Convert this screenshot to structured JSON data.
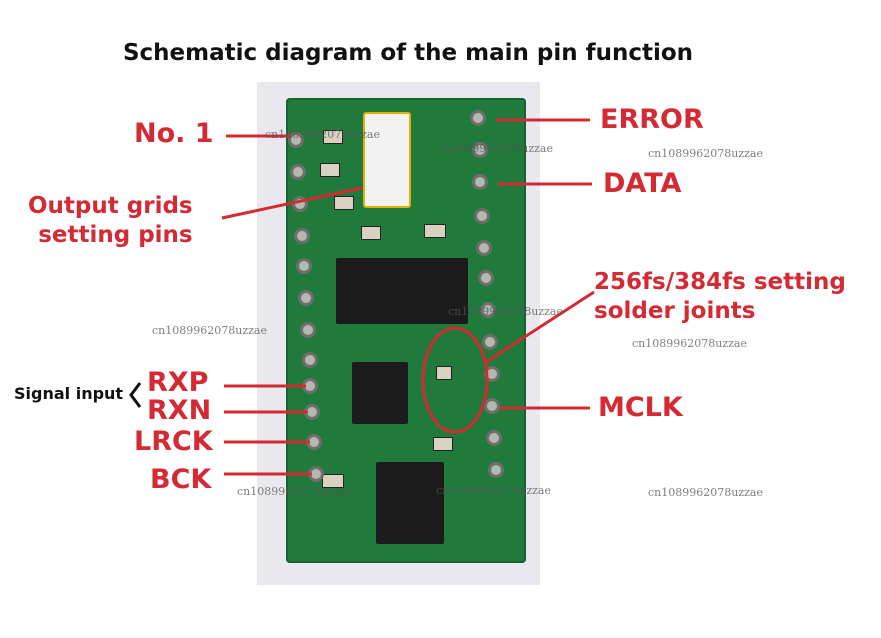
{
  "title": "Schematic diagram of the main pin function",
  "labels": {
    "no1": "No. 1",
    "output_grids": "Output grids\nsetting pins",
    "error": "ERROR",
    "data": "DATA",
    "fs_setting": "256fs/384fs setting\nsolder joints",
    "rxp": "RXP",
    "rxn": "RXN",
    "lrck": "LRCK",
    "bck": "BCK",
    "mclk": "MCLK",
    "signal_input": "Signal input"
  },
  "watermark": "cn1089962078uzzae",
  "colors": {
    "label": "#d42a33",
    "pcb": "#1f7a3c",
    "background": "#ffffff"
  }
}
